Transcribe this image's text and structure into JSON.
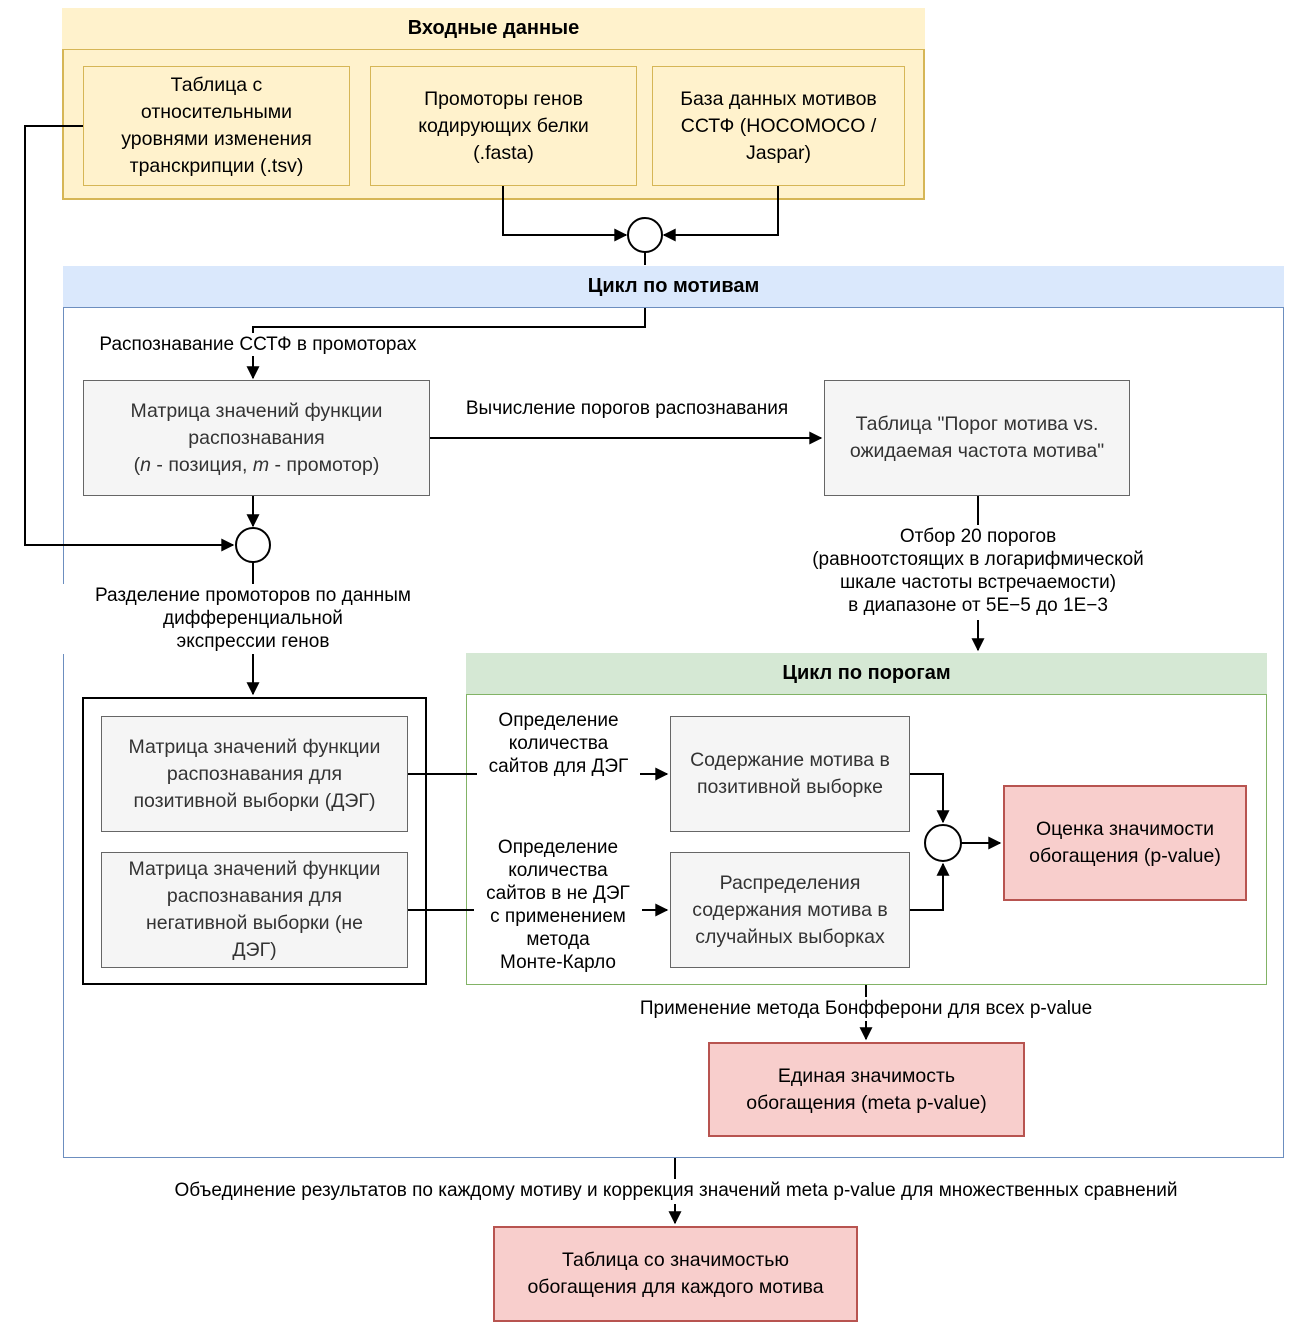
{
  "colors": {
    "yellow_fill": "#FFF2CC",
    "yellow_border": "#D6B656",
    "blue_fill": "#DAE8FC",
    "blue_border": "#6C8EBF",
    "green_fill": "#D5E8D4",
    "green_border": "#82B366",
    "red_fill": "#F8CECC",
    "red_border": "#B85450",
    "gray_fill": "#F5F5F5",
    "gray_border": "#666666"
  },
  "input_section": {
    "title": "Входные данные",
    "tsv_box_lines": [
      "Таблица с",
      "относительными",
      "уровнями изменения",
      "транскрипции (.tsv)"
    ],
    "fasta_box_lines": [
      "Промоторы генов",
      "кодирующих белки",
      "(.fasta)"
    ],
    "motif_db_box_lines": [
      "База данных мотивов",
      "ССТФ (HOCOMOCO /",
      "Jaspar)"
    ]
  },
  "motif_loop": {
    "title": "Цикл по мотивам",
    "recognition_label": "Распознавание ССТФ в промоторах",
    "matrix_box": {
      "line1": "Матрица значений функции",
      "line2": "распознавания",
      "line3": {
        "open": "(",
        "n": "n",
        "sep1": " - позиция, ",
        "m": "m",
        "close": " - промотор)"
      }
    },
    "threshold_calc_label": "Вычисление порогов распознавания",
    "threshold_table_box_lines": [
      "Таблица \"Порог мотива vs.",
      "ожидаемая частота мотива\""
    ],
    "threshold_select_label_lines": [
      "Отбор 20 порогов",
      "(равноотстоящих в логарифмической",
      "шкале частоты встречаемости)",
      "в диапазоне от 5E−5 до 1E−3"
    ],
    "split_label_lines": [
      "Разделение промоторов по данным",
      "дифференциальной",
      "экспрессии генов"
    ],
    "pos_matrix_box_lines": [
      "Матрица значений функции",
      "распознавания для",
      "позитивной выборки (ДЭГ)"
    ],
    "neg_matrix_box_lines": [
      "Матрица значений функции",
      "распознавания для",
      "негативной выборки (не",
      "ДЭГ)"
    ],
    "bonferroni_label": "Применение метода Бонфферони для всех p-value",
    "meta_pvalue_box_lines": [
      "Единая значимость",
      "обогащения (meta p-value)"
    ]
  },
  "threshold_loop": {
    "title": "Цикл по порогам",
    "deg_sites_label_lines": [
      "Определение",
      "количества",
      "сайтов для ДЭГ"
    ],
    "nondeg_sites_label_lines": [
      "Определение",
      "количества",
      "сайтов в не ДЭГ",
      "с применением",
      "метода",
      "Монте-Карло"
    ],
    "pos_content_box_lines": [
      "Содержание мотива в",
      "позитивной выборке"
    ],
    "random_dist_box_lines": [
      "Распределения",
      "содержания мотива в",
      "случайных выборках"
    ],
    "pvalue_box_lines": [
      "Оценка значимости",
      "обогащения (p-value)"
    ]
  },
  "output_section": {
    "merge_label": "Объединение результатов по каждому мотиву и коррекция значений meta p-value для множественных сравнений",
    "result_box_lines": [
      "Таблица со значимостью",
      "обогащения для каждого мотива"
    ]
  }
}
